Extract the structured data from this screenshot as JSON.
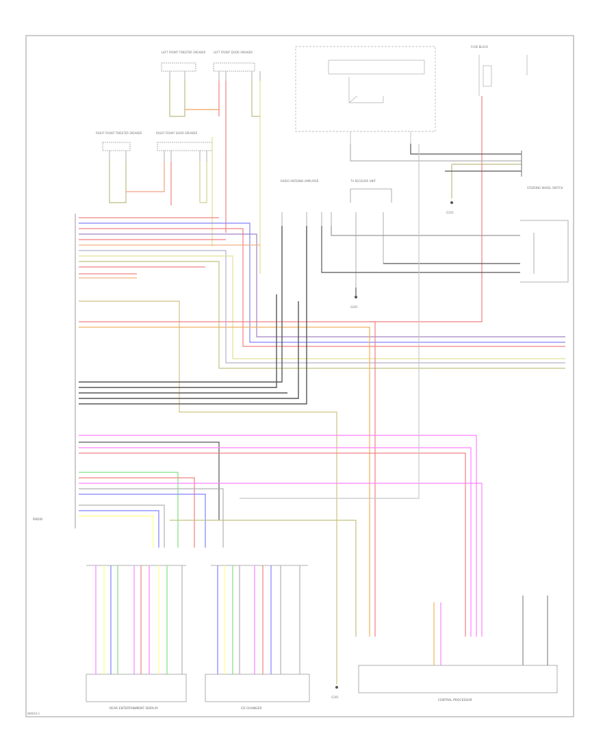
{
  "diagram": {
    "page_code": "W0034-1",
    "ground_labels": [
      "G101",
      "G201",
      "G301"
    ],
    "component_labels": {
      "left_front_tweeter": "LEFT FRONT TWEETER SPEAKER",
      "left_front_door_speaker": "LEFT FRONT DOOR SPEAKER",
      "right_front_tweeter": "RIGHT FRONT TWEETER SPEAKER",
      "right_front_door_speaker": "RIGHT FRONT DOOR SPEAKER",
      "radio_antenna_amp": "RADIO ANTENNA AMPLIFIER",
      "tv_receiver": "TV RECEIVER UNIT",
      "fuse_block": "FUSE BLOCK",
      "steering_switch": "STEERING WHEEL SWITCH",
      "radio": "RADIO",
      "rear_entertainment": "REAR ENTERTAINMENT DISPLAY",
      "cd_changer": "CD CHANGER",
      "central_processor": "CENTRAL PROCESSOR"
    },
    "colors": {
      "red": "#f08080",
      "pink": "#f4a6c0",
      "blue": "#8080ff",
      "yellow": "#ffff80",
      "green": "#80e080",
      "magenta": "#ff80ff",
      "orange": "#f0b060",
      "black": "#555555",
      "gray": "#b0b0b0",
      "tan": "#d8c890",
      "violet": "#a080c0"
    }
  }
}
